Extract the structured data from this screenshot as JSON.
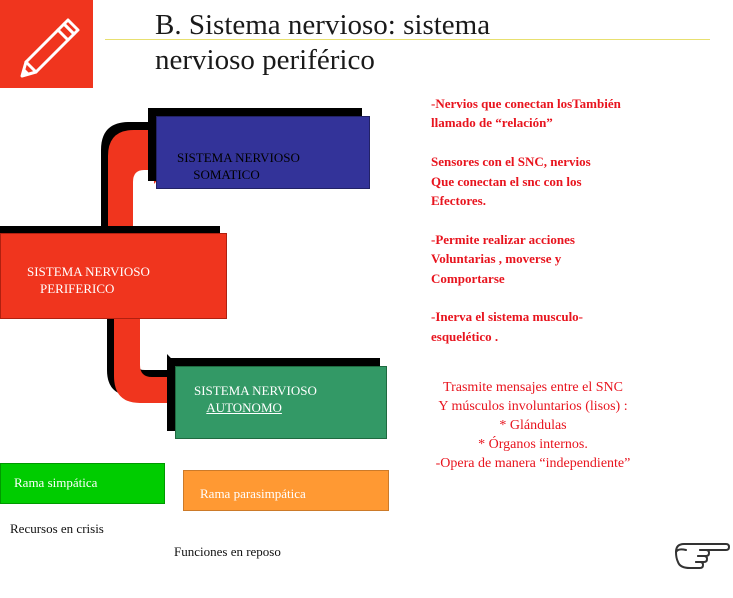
{
  "header": {
    "title": "B. Sistema nervioso: sistema nervioso periférico"
  },
  "diagram": {
    "somatico": {
      "line1": "SISTEMA NERVIOSO",
      "line2": "SOMATICO"
    },
    "periferico": {
      "line1": "SISTEMA NERVIOSO",
      "line2": "PERIFERICO"
    },
    "autonomo": {
      "line1": "SISTEMA NERVIOSO",
      "line2": "AUTONOMO"
    },
    "simpatica": {
      "label": "Rama simpática",
      "caption": "Recursos en crisis"
    },
    "parasimpatica": {
      "label": "Rama parasimpática",
      "caption": "Funciones en reposo"
    }
  },
  "somatico_description": [
    "-Nervios que conectan losTambién",
    "llamado de “relación”",
    "",
    "Sensores con el SNC, nervios",
    "Que conectan el snc con los",
    "Efectores.",
    "",
    "-Permite realizar acciones",
    "Voluntarias , moverse y",
    "Comportarse",
    "",
    "-Inerva el sistema musculo-",
    "esquelético ."
  ],
  "autonomo_description": [
    "Trasmite mensajes entre el SNC",
    "Y músculos involuntarios (lisos) :",
    "* Glándulas",
    "* Órganos internos.",
    "-Opera de manera “independiente”"
  ],
  "colors": {
    "accent_red": "#f0351e",
    "somatico_blue": "#333399",
    "autonomo_green": "#339966",
    "simpatica_green": "#00cc00",
    "parasimpatica_orange": "#ff9933",
    "description_red": "#e8141e"
  },
  "icons": [
    "pencil-icon",
    "pointing-hand-icon"
  ]
}
